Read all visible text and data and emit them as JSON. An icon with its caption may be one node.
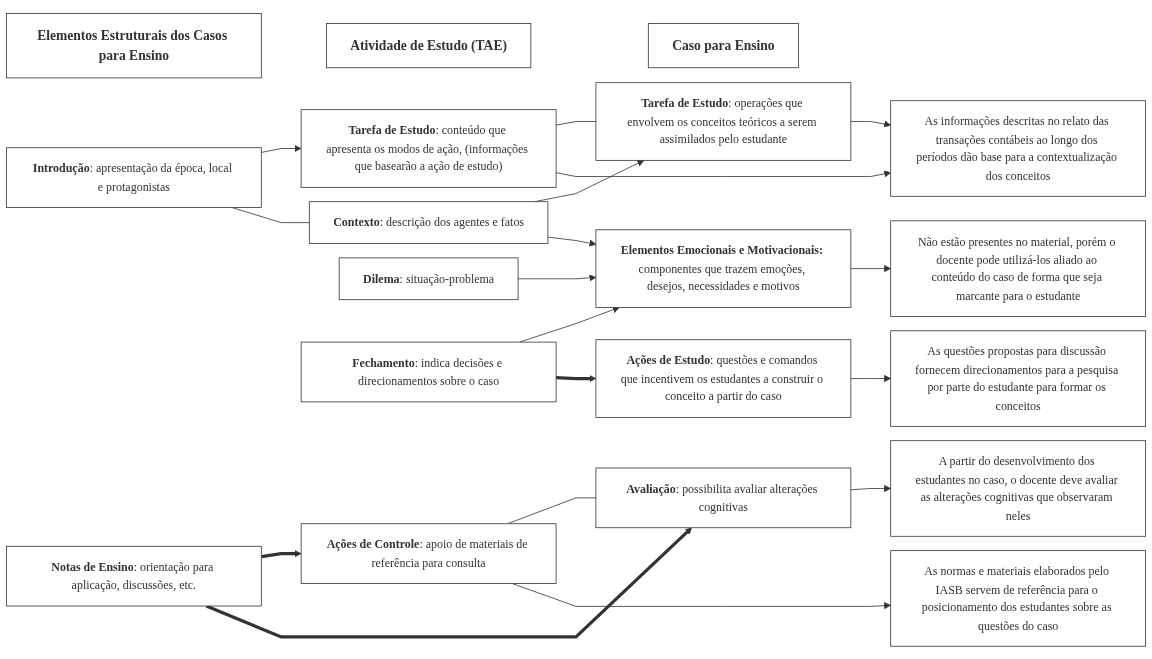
{
  "diagram": {
    "nodes": [
      {
        "text": [
          "Elementos Estruturais dos Casos para Ensino"
        ]
      },
      {
        "text": [
          "Atividade de Estudo (TAE)"
        ]
      },
      {
        "text": [
          "Caso para Ensino"
        ]
      },
      {
        "text": [
          "**Introdução**: apresentação da época, local e protagonistas"
        ]
      },
      {
        "text": [
          "**Tarefa de Estudo**: conteúdo que apresenta os modos de ação, (informações que basearão a ação de estudo)"
        ]
      },
      {
        "text": [
          "As informações descritas no relato das transações contábeis ao longo dos períodos dão base para a contextualização dos conceitos"
        ]
      },
      {
        "text": [
          "**Contexto**: descrição dos agentes e fatos"
        ]
      },
      {
        "text": [
          "**Tarefa de Estudo**: operações que envolvem os conceitos teóricos a serem assimilados pelo estudante"
        ]
      },
      {
        "text": [
          "**Dilema**: situação-problema"
        ]
      },
      {
        "text": [
          "**Elementos Emocionais e Motivacionais:** componentes que trazem emoções, desejos, necessidades e motivos"
        ]
      },
      {
        "text": [
          "Não estão presentes no material, porém o docente pode utilizá-los aliado ao conteúdo do caso de forma que seja marcante para o estudante"
        ]
      },
      {
        "text": [
          "**Fechamento**: indica decisões e direcionamentos sobre o caso"
        ]
      },
      {
        "text": [
          "**Ações de Estudo**: questões e comandos que incentivem os estudantes a construir o conceito a partir do caso"
        ]
      },
      {
        "text": [
          "As questões propostas para discussão fornecem direcionamentos para a pesquisa por parte do estudante para formar os conceitos"
        ]
      },
      {
        "text": [
          "**Notas de Ensino**: orientação para aplicação, discussões, etc."
        ]
      },
      {
        "text": [
          "**Ações de Controle**: apoio de materiais de referência para consulta"
        ]
      },
      {
        "text": [
          "As normas e materiais elaborados pelo IASB servem de referência para o posicionamento dos estudantes sobre as questões do caso"
        ]
      },
      {
        "text": [
          "**Avaliação**: possibilita avaliar alterações cognitivas"
        ]
      },
      {
        "text": [
          "A partir do desenvolvimento dos estudantes no caso, o docente deve avaliar as alterações cognitivas que observaram neles"
        ]
      }
    ],
    "edges": [
      {
        "from": 3,
        "to": 4,
        "arrow": "to"
      },
      {
        "from": 3,
        "to": 6,
        "arrow": "none"
      },
      {
        "from": 6,
        "to": 7,
        "arrow": "to"
      },
      {
        "from": 4,
        "to": 7,
        "arrow": "none"
      },
      {
        "from": 4,
        "to": 5,
        "arrow": "to"
      },
      {
        "from": 7,
        "to": 5,
        "arrow": "to"
      },
      {
        "from": 6,
        "to": 9,
        "arrow": "to"
      },
      {
        "from": 8,
        "to": 9,
        "arrow": "to"
      },
      {
        "from": 11,
        "to": 9,
        "arrow": "to"
      },
      {
        "from": 11,
        "to": 12,
        "arrow": "to",
        "style": "thick"
      },
      {
        "from": 9,
        "to": 10,
        "arrow": "to"
      },
      {
        "from": 12,
        "to": 13,
        "arrow": "to"
      },
      {
        "from": 14,
        "to": 15,
        "arrow": "to",
        "style": "thick"
      },
      {
        "from": 14,
        "to": 17,
        "arrow": "to",
        "style": "thick"
      },
      {
        "from": 15,
        "to": 17,
        "arrow": "none"
      },
      {
        "from": 15,
        "to": 16,
        "arrow": "to"
      },
      {
        "from": 17,
        "to": 18,
        "arrow": "to"
      }
    ]
  }
}
